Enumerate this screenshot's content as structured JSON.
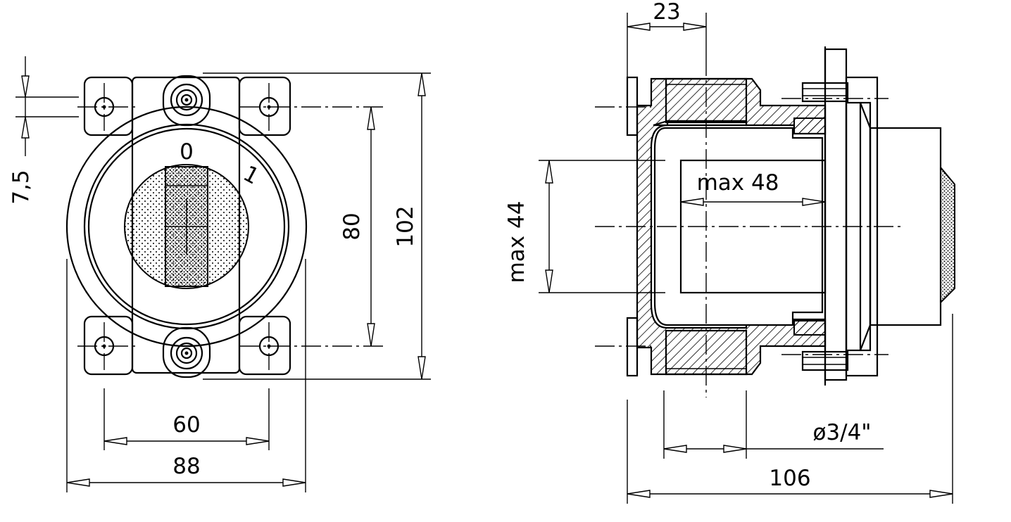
{
  "labels": {
    "dim_7_5": "7,5",
    "dim_80": "80",
    "dim_102": "102",
    "dim_60": "60",
    "dim_88": "88",
    "dim_23": "23",
    "dim_max44": "max 44",
    "dim_max48": "max 48",
    "dim_thread": "ø3/4\"",
    "dim_106": "106",
    "pos_0": "0",
    "pos_1": "1"
  }
}
